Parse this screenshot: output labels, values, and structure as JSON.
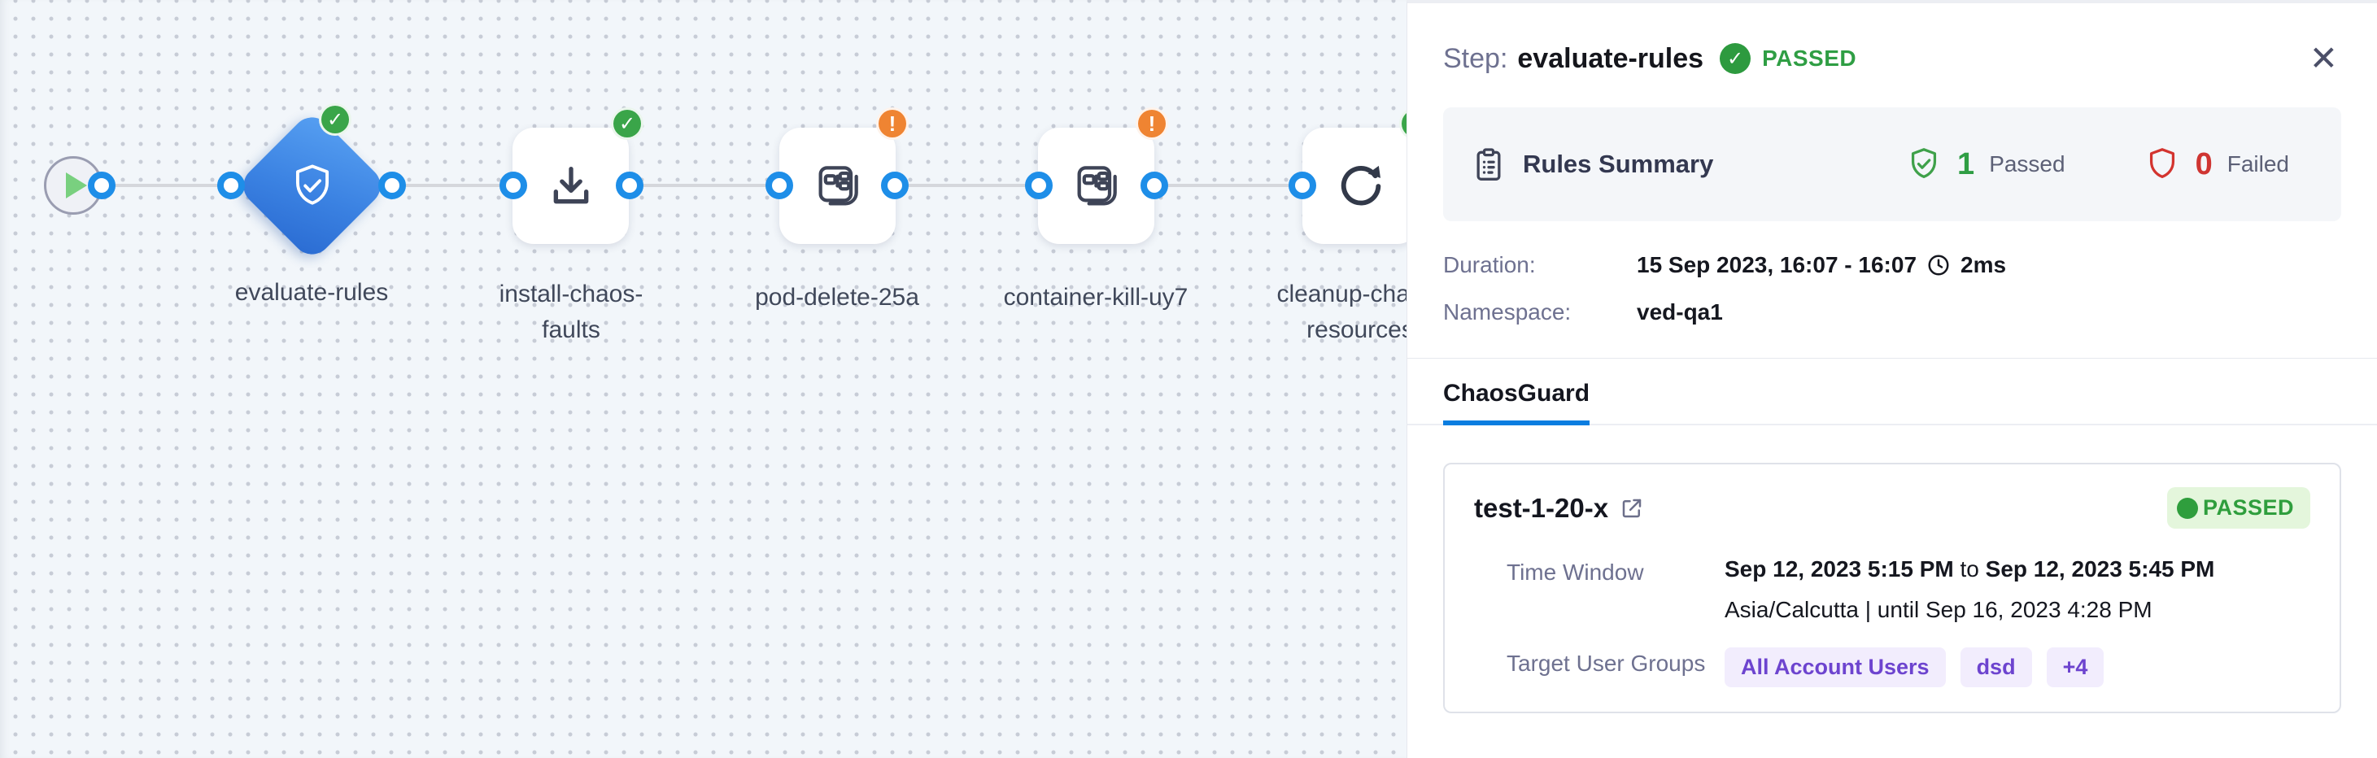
{
  "canvas": {
    "nodes": [
      {
        "id": "start",
        "type": "start",
        "label": "",
        "status": "none"
      },
      {
        "id": "evaluate-rules",
        "type": "diamond",
        "label": "evaluate-rules",
        "status": "passed"
      },
      {
        "id": "install-chaos-faults",
        "type": "step",
        "label": "install-chaos-\nfaults",
        "status": "passed"
      },
      {
        "id": "pod-delete-25a",
        "type": "fault",
        "label": "pod-delete-25a",
        "status": "warning"
      },
      {
        "id": "container-kill-uy7",
        "type": "fault",
        "label": "container-kill-uy7",
        "status": "warning"
      },
      {
        "id": "cleanup-chaos-resources",
        "type": "step",
        "label": "cleanup-chaos-\nresources",
        "status": "passed"
      }
    ],
    "badge_glyphs": {
      "passed": "✓",
      "warning": "!"
    }
  },
  "panel": {
    "header": {
      "prefix": "Step:",
      "title": "evaluate-rules",
      "status": "PASSED",
      "check_glyph": "✓",
      "close_glyph": "✕"
    },
    "rules_summary": {
      "title": "Rules Summary",
      "passed_count": "1",
      "passed_label": "Passed",
      "failed_count": "0",
      "failed_label": "Failed"
    },
    "details": {
      "duration_label": "Duration:",
      "duration_value": "15 Sep 2023, 16:07 - 16:07",
      "elapsed": "2ms",
      "namespace_label": "Namespace:",
      "namespace_value": "ved-qa1"
    },
    "tabs": {
      "active": "ChaosGuard"
    },
    "guard_card": {
      "name": "test-1-20-x",
      "status": "PASSED",
      "time_window_label": "Time Window",
      "time_window_start": "Sep 12, 2023 5:15 PM",
      "time_window_join": "to",
      "time_window_end": "Sep 12, 2023 5:45 PM",
      "timezone_line": "Asia/Calcutta | until Sep 16, 2023 4:28 PM",
      "target_user_groups_label": "Target User Groups",
      "groups": [
        "All Account Users",
        "dsd",
        "+4"
      ]
    }
  },
  "colors": {
    "accent_blue": "#0a7de0",
    "node_blue": "#3b82e2",
    "passed_green": "#2f9e44",
    "failed_red": "#cf3532",
    "warning_orange": "#ef8432",
    "purple": "#6d44cf"
  }
}
